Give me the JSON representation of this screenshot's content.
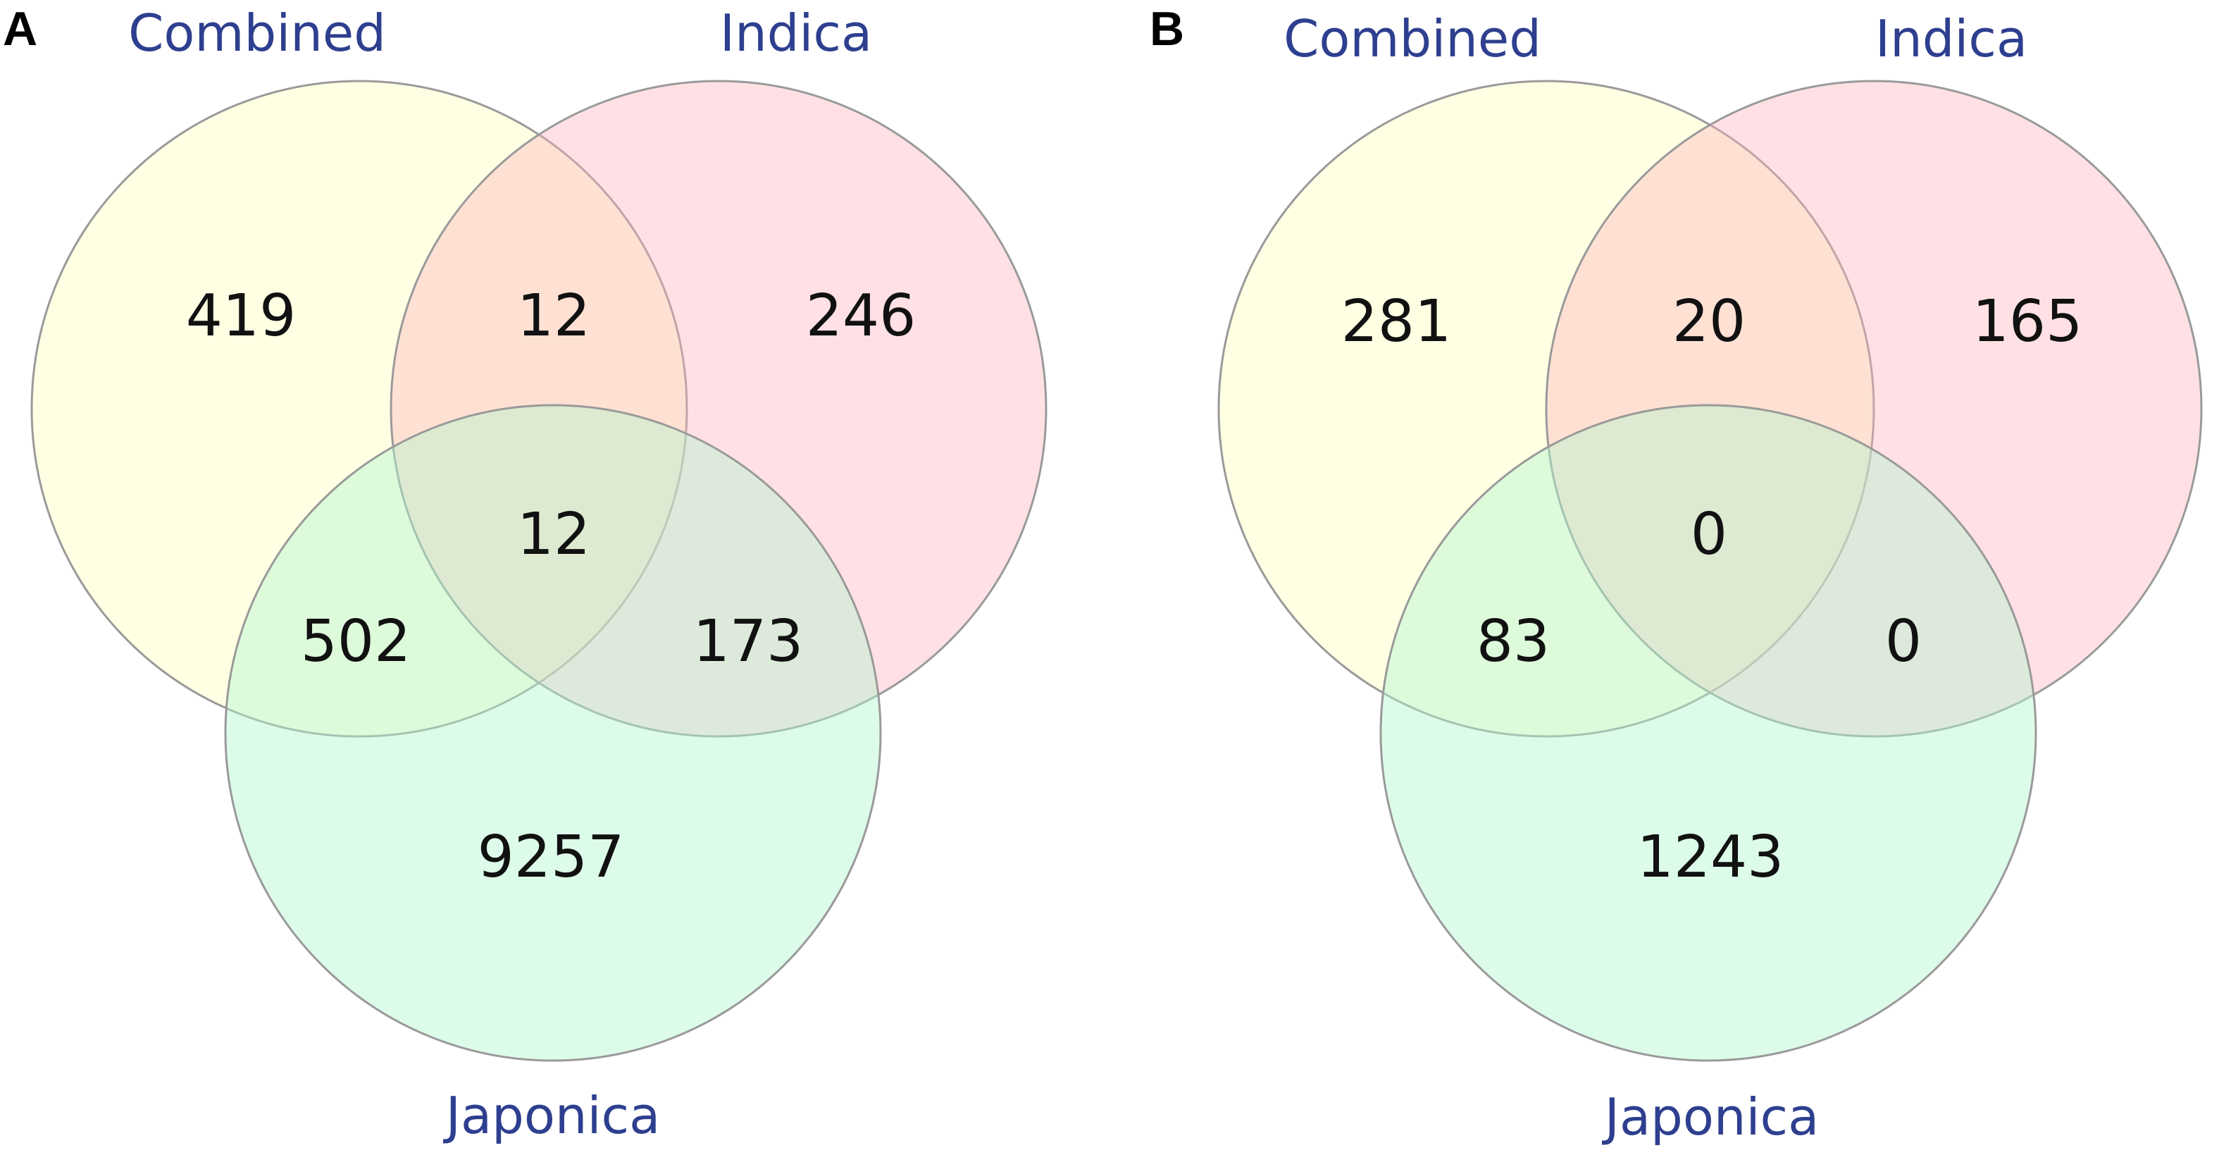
{
  "colors": {
    "set_a": "#ffffcc",
    "set_b": "#ffb3bf",
    "set_c": "#b3f7cf",
    "label_text": "#2e3f8f",
    "count_text": "#111111",
    "outline": "#9a9a9a"
  },
  "panels": [
    {
      "letter": "A",
      "sets": {
        "top_left": "Combined",
        "top_right": "Indica",
        "bottom": "Japonica"
      },
      "counts": {
        "top_left_only": "419",
        "top_left_and_top_right": "12",
        "top_right_only": "246",
        "all_three": "12",
        "top_left_and_bottom": "502",
        "top_right_and_bottom": "173",
        "bottom_only": "9257"
      }
    },
    {
      "letter": "B",
      "sets": {
        "top_left": "Combined",
        "top_right": "Indica",
        "bottom": "Japonica"
      },
      "counts": {
        "top_left_only": "281",
        "top_left_and_top_right": "20",
        "top_right_only": "165",
        "all_three": "0",
        "top_left_and_bottom": "83",
        "top_right_and_bottom": "0",
        "bottom_only": "1243"
      }
    }
  ]
}
